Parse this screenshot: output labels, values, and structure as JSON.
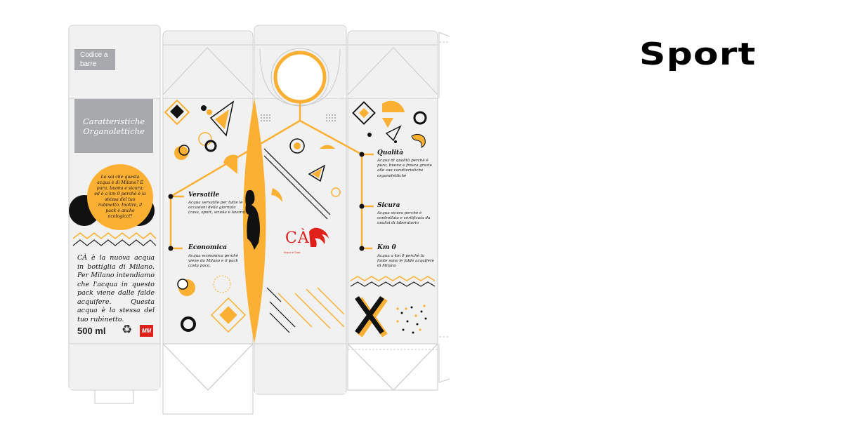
{
  "title": "Sport",
  "panel_left": {
    "barcode_label": "Codice a barre",
    "characteristics_heading": "Caratteristiche Organolettiche",
    "bubble_text": "Lo sai che questa acqua è di Milano? È pura, buona e sicura; ed è a km 0 perchè è la stessa del tuo rubinetto. Inoltre, il pack è anche ecologico!!",
    "description": "CÀ è la nuova acqua in bottiglia di Milano. Per Milano intendiamo che l'acqua in questo pack viene dalle falde acquifere. Questa acqua è la stessa del tuo rubinetto.",
    "volume": "500 ml",
    "recycle_symbol": "♻",
    "retailer_logo": "MM"
  },
  "panel_mid": {
    "features": [
      {
        "title": "Versatile",
        "text": "Acqua versatile per tutte le occasioni della giornata (casa, sport, scuola e lavoro)"
      },
      {
        "title": "Economica",
        "text": "Acqua economica perchè viene da Milano e il pack costa poco."
      }
    ]
  },
  "panel_front": {
    "brand": "CÀ",
    "brand_tagline": "Acqua di Casa"
  },
  "panel_right": {
    "features": [
      {
        "title": "Qualità",
        "text": "Acqua di qualità perchè è pura, buona e fresca grazie alle sue caratteristiche organolettiche"
      },
      {
        "title": "Sicura",
        "text": "Acqua sicura perchè è controllata e certificata da analisi di laboratorio"
      },
      {
        "title": "Km 0",
        "text": "Acqua a km 0 perchè la fonte sono le falde acquifere di Milano"
      }
    ]
  },
  "colors": {
    "accent": "#fbb034",
    "brand_red": "#e0201b",
    "panel_gray": "#a7a9ac",
    "carton_fill": "#f1f1f2",
    "outline": "#c8cacc"
  }
}
